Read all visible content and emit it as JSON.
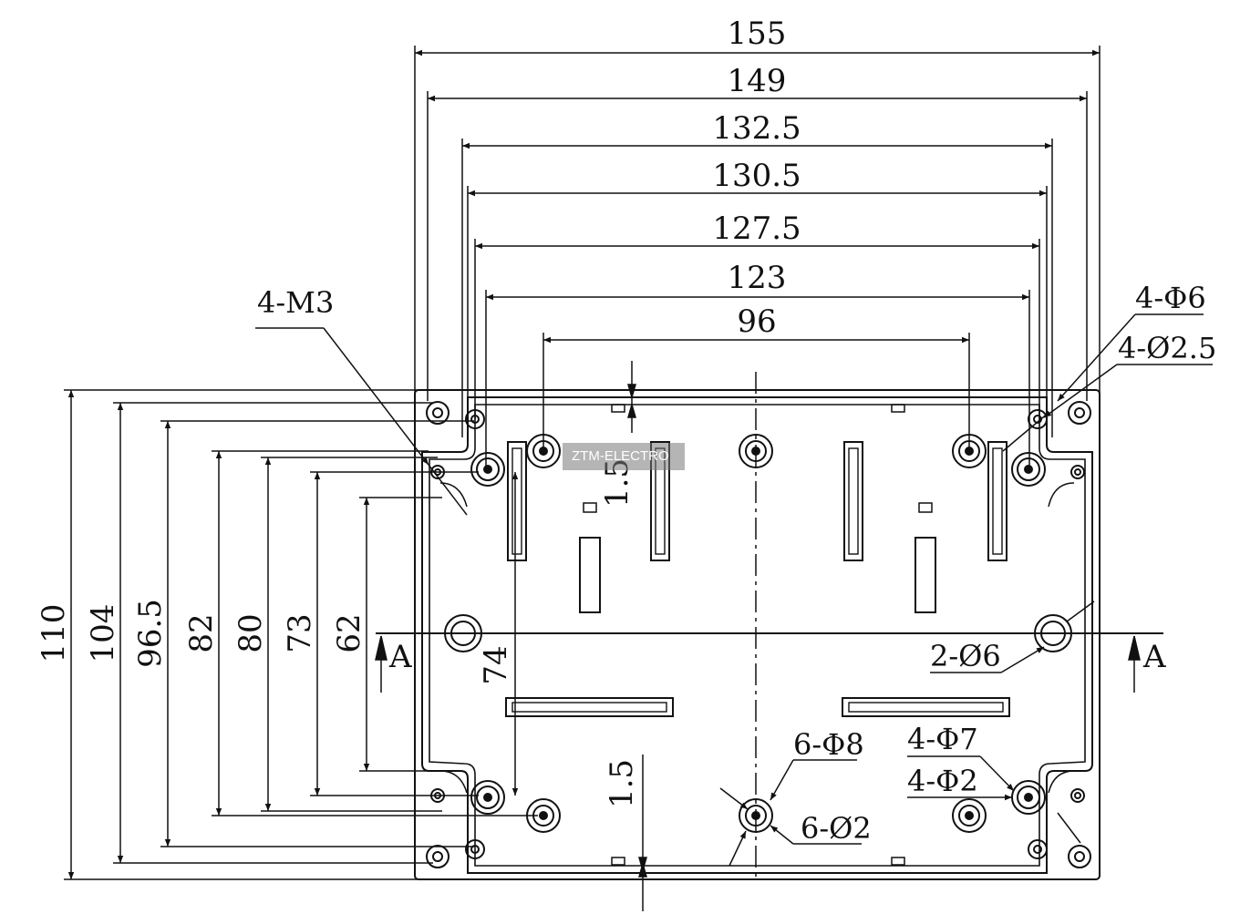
{
  "horizontal_dims": [
    "155",
    "149",
    "132.5",
    "130.5",
    "127.5",
    "123",
    "96"
  ],
  "vertical_dims": [
    "110",
    "104",
    "96.5",
    "82",
    "80",
    "73",
    "62"
  ],
  "inner_dims": {
    "d74": "74",
    "d15_top": "1.5",
    "d15_bottom": "1.5"
  },
  "callouts": {
    "m3": "4-M3",
    "phi6": "4-Φ6",
    "phi25": "4-Ø2.5",
    "phi6_2": "2-Ø6",
    "phi8": "6-Φ8",
    "phi2_6": "6-Ø2",
    "phi7": "4-Φ7",
    "phi2_4": "4-Φ2"
  },
  "section": {
    "left": "A",
    "right": "A"
  },
  "watermark": "ZTM-ELECTRO"
}
